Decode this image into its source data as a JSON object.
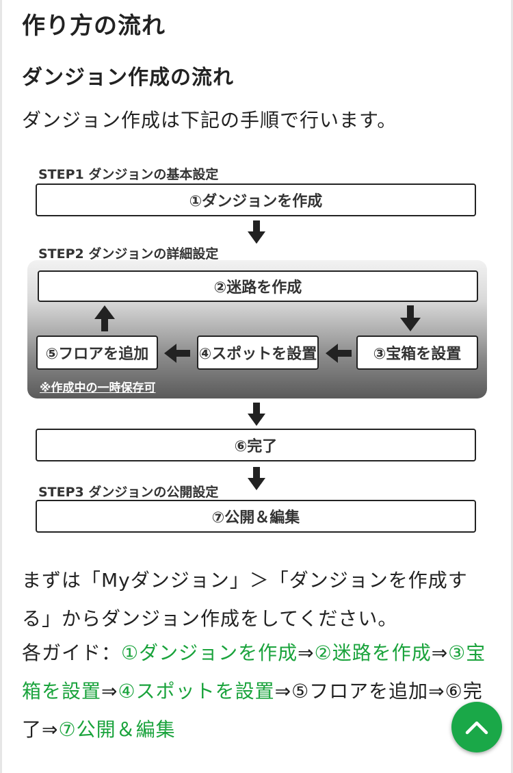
{
  "section_heading": "作り方の流れ",
  "subsection_heading": "ダンジョン作成の流れ",
  "intro_text": "ダンジョン作成は下記の手順で行います。",
  "diagram": {
    "step1_title": "STEP1 ダンジョンの基本設定",
    "step2_title": "STEP2 ダンジョンの詳細設定",
    "step3_title": "STEP3 ダンジョンの公開設定",
    "box1": "①ダンジョンを作成",
    "box2": "②迷路を作成",
    "box3": "③宝箱を設置",
    "box4": "④スポットを設置",
    "box5": "⑤フロアを追加",
    "box6": "⑥完了",
    "box7": "⑦公開＆編集",
    "note": "※作成中の一時保存可"
  },
  "instruction_text": "まずは「Myダンジョン」＞「ダンジョンを作成する」からダンジョン作成をしてください。",
  "guide": {
    "label": "各ガイド：",
    "link1": "①ダンジョンを作成",
    "sep": "⇒",
    "link2": "②迷路を作成",
    "link3": "③宝箱を設置",
    "link4": "④スポットを設置",
    "plain5": "⑤フロアを追加",
    "plain6": "⑥完了",
    "link7": "⑦公開＆編集"
  },
  "colors": {
    "link": "#1aa33c",
    "fab": "#1aa848"
  },
  "icons": {
    "fab": "chevron-up-icon",
    "arrows": "arrow-icon"
  }
}
